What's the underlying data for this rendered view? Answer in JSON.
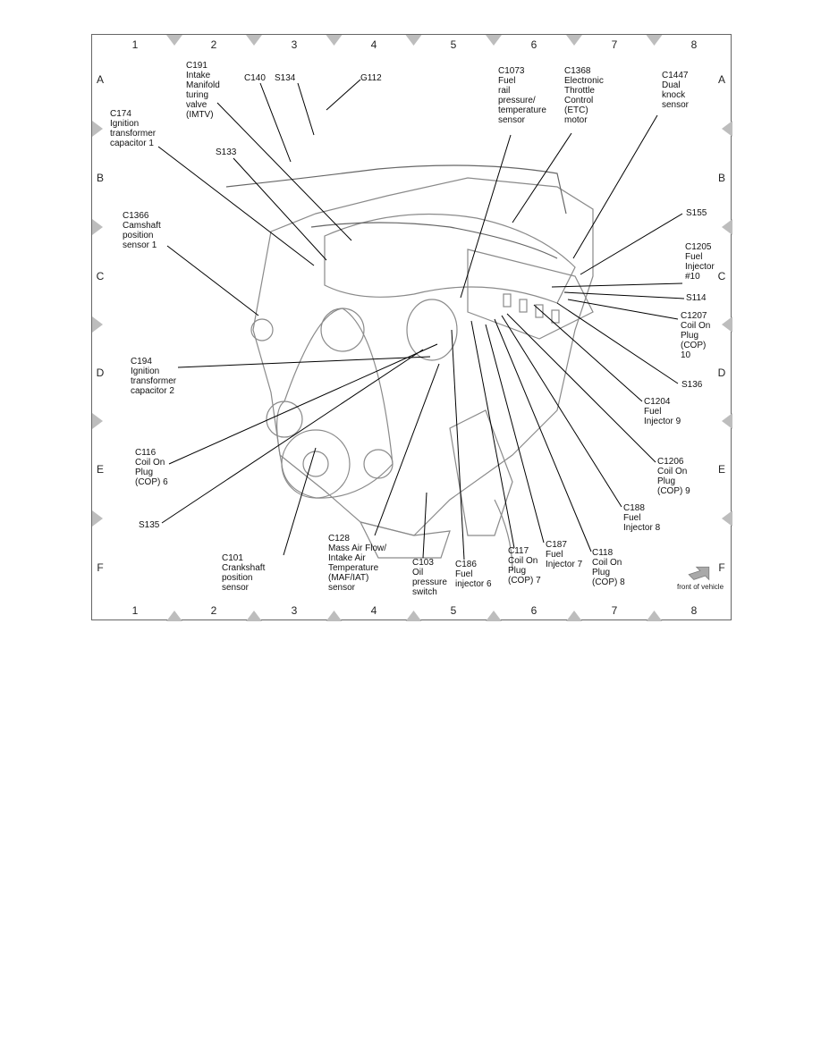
{
  "grid": {
    "columns": [
      "1",
      "2",
      "3",
      "4",
      "5",
      "6",
      "7",
      "8"
    ],
    "rows": [
      "A",
      "B",
      "C",
      "D",
      "E",
      "F"
    ]
  },
  "colors": {
    "line": "#000000",
    "marker": "#bdbdbd",
    "engine": "#8a8a8a",
    "arrow": "#a9a9a9"
  },
  "callouts": [
    {
      "id": "c191",
      "text": "C191\nIntake\nManifold\nturing\nvalve\n(IMTV)"
    },
    {
      "id": "c140",
      "text": "C140"
    },
    {
      "id": "s134",
      "text": "S134"
    },
    {
      "id": "g112",
      "text": "G112"
    },
    {
      "id": "c1073",
      "text": "C1073\nFuel\nrail\npressure/\ntemperature\nsensor"
    },
    {
      "id": "c1368",
      "text": "C1368\nElectronic\nThrottle\nControl\n(ETC)\nmotor"
    },
    {
      "id": "c1447",
      "text": "C1447\nDual\nknock\nsensor"
    },
    {
      "id": "c174",
      "text": "C174\nIgnition\ntransformer\ncapacitor 1"
    },
    {
      "id": "s133",
      "text": "S133"
    },
    {
      "id": "s155",
      "text": "S155"
    },
    {
      "id": "c1366",
      "text": "C1366\nCamshaft\nposition\nsensor 1"
    },
    {
      "id": "c1205",
      "text": "C1205\nFuel\nInjector\n#10"
    },
    {
      "id": "s114",
      "text": "S114"
    },
    {
      "id": "c1207",
      "text": "C1207\nCoil On\nPlug\n(COP)\n10"
    },
    {
      "id": "c194",
      "text": "C194\nIgnition\ntransformer\ncapacitor 2"
    },
    {
      "id": "s136",
      "text": "S136"
    },
    {
      "id": "c1204",
      "text": "C1204\nFuel\nInjector 9"
    },
    {
      "id": "c116",
      "text": "C116\nCoil On\nPlug\n(COP) 6"
    },
    {
      "id": "c1206",
      "text": "C1206\nCoil On\nPlug\n(COP) 9"
    },
    {
      "id": "s135",
      "text": "S135"
    },
    {
      "id": "c188",
      "text": "C188\nFuel\nInjector 8"
    },
    {
      "id": "c128",
      "text": "C128\nMass Air Flow/\nIntake Air\nTemperature\n(MAF/IAT)\nsensor"
    },
    {
      "id": "c187",
      "text": "C187\nFuel\nInjector 7"
    },
    {
      "id": "c118",
      "text": "C118\nCoil On\nPlug\n(COP) 8"
    },
    {
      "id": "c101",
      "text": "C101\nCrankshaft\nposition\nsensor"
    },
    {
      "id": "c103",
      "text": "C103\nOil\npressure\nswitch"
    },
    {
      "id": "c186",
      "text": "C186\nFuel\ninjector 6"
    },
    {
      "id": "c117",
      "text": "C117\nCoil On\nPlug\n(COP) 7"
    }
  ],
  "front_indicator": {
    "label": "front of vehicle",
    "icon": "arrow-icon"
  }
}
